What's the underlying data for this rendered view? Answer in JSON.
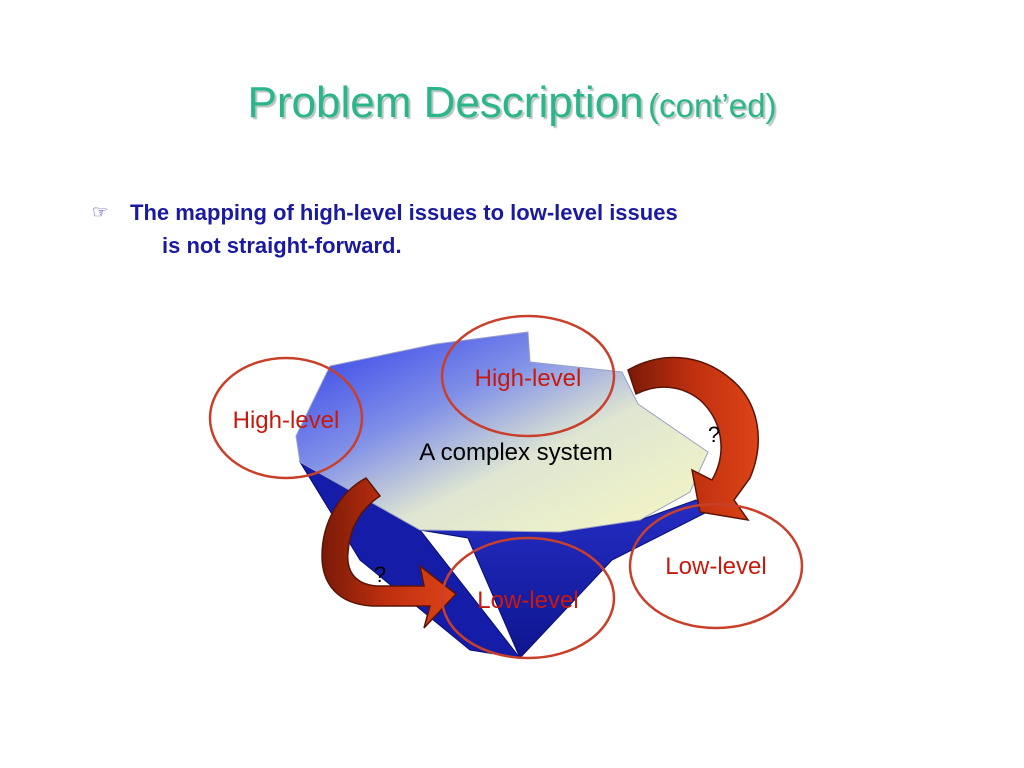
{
  "slide": {
    "title_main": "Problem Description",
    "title_sub": "(cont’ed)",
    "bullet_mark": "☞",
    "bullet_line1": "The mapping of high-level issues to low-level issues",
    "bullet_line2": "is not straight-forward."
  },
  "diagram": {
    "system_label": "A complex system",
    "high_level_left": "High-level",
    "high_level_top": "High-level",
    "low_level_bottom": "Low-level",
    "low_level_right": "Low-level",
    "question_right": "?",
    "question_left": "?"
  },
  "colors": {
    "title": "#2bb58a",
    "bullet_text": "#1a1aa0",
    "ellipse": "#c8402a",
    "arrow_fill": "#c0300f",
    "arrow_dark": "#7a1a08",
    "label_red": "#c61a0e",
    "prism_blue": "#1a22b8",
    "top_face_yellow": "#f6f7c2"
  }
}
